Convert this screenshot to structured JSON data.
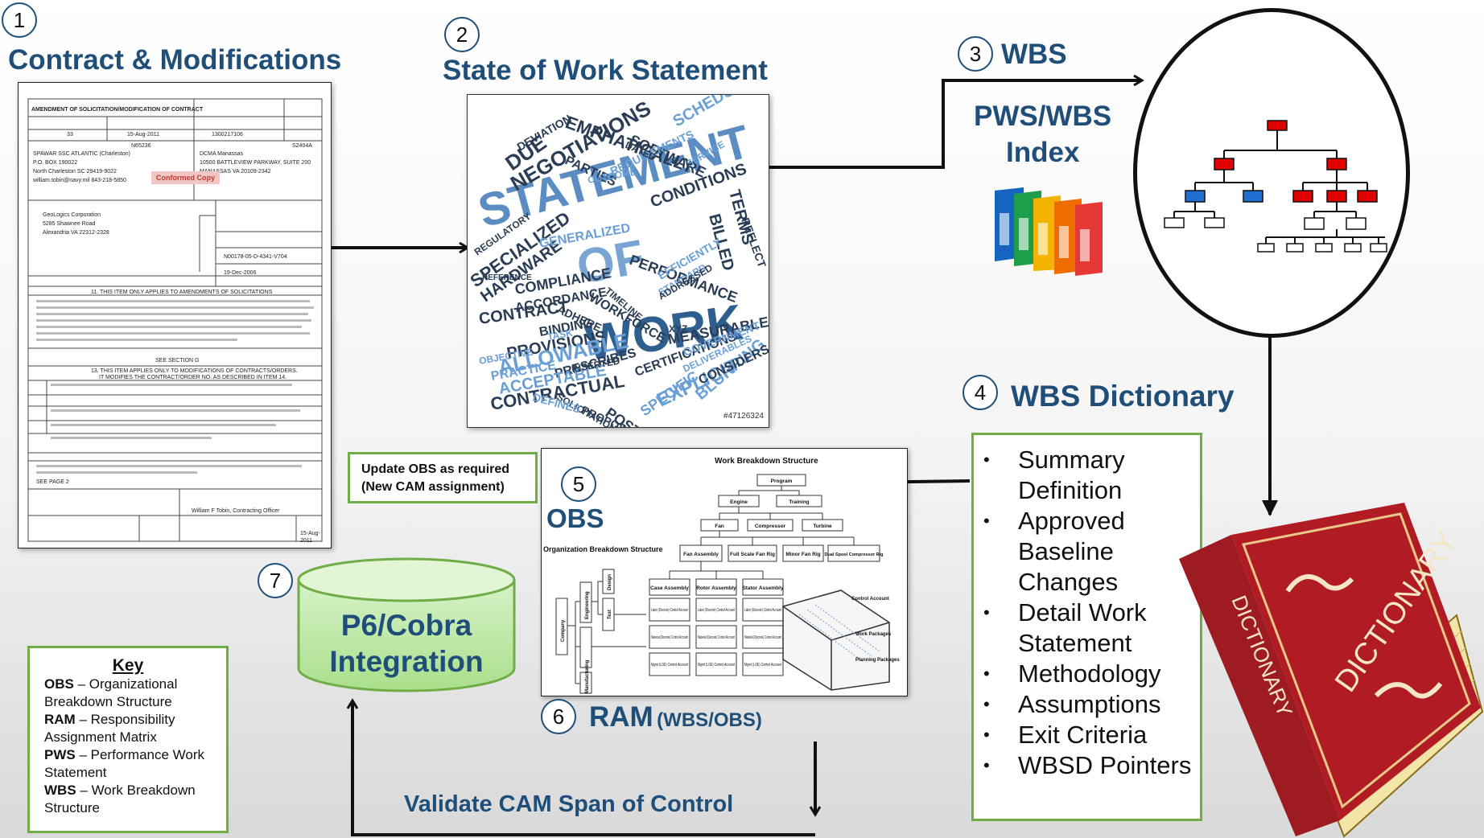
{
  "steps": {
    "s1": {
      "num": "1",
      "title": "Contract & Modifications"
    },
    "s2": {
      "num": "2",
      "title": "State of Work Statement"
    },
    "s3": {
      "num": "3",
      "title": "WBS",
      "sub1": "PWS/WBS",
      "sub2": "Index"
    },
    "s4": {
      "num": "4",
      "title": "WBS Dictionary"
    },
    "s5": {
      "num": "5",
      "title": "OBS"
    },
    "s6": {
      "num": "6",
      "title": "RAM",
      "suffix": "(WBS/OBS)"
    },
    "s7": {
      "num": "7",
      "line1": "P6/Cobra",
      "line2": "Integration"
    }
  },
  "contract_doc": {
    "header": "AMENDMENT OF SOLICITATION/MODIFICATION OF CONTRACT",
    "amendment_no": "33",
    "effective_date": "15-Aug-2011",
    "req_no": "1300217106",
    "code": "N65236",
    "issued_by": "SPAWAR SSC ATLANTIC (Charleston)",
    "po_box": "P.O. BOX 190022",
    "city": "North Charleston SC 29419-9022",
    "email": "william.tobin@navy.mil 843-218-5850",
    "admin": "DCMA Manassas",
    "admin_addr1": "10500 BATTLEVIEW PARKWAY, SUITE 200",
    "admin_addr2": "MANASSAS VA 20109-2342",
    "code2": "S2404A",
    "stamp": "Conformed Copy",
    "contractor1": "GeoLogics Corporation",
    "contractor2": "5285 Shawnee Road",
    "contractor3": "Alexandria VA 22312-2328",
    "contract_no": "N00178-05-D-4341-V704",
    "dated": "19-Dec-2006",
    "section11": "11. THIS ITEM ONLY APPLIES TO AMENDMENTS OF SOLICITATIONS",
    "see_section": "SEE SECTION G",
    "section13": "13. THIS ITEM APPLIES ONLY TO MODIFICATIONS OF CONTRACTS/ORDERS.",
    "section13b": "IT MODIFIES THE CONTRACT/ORDER NO. AS DESCRIBED IN ITEM 14.",
    "see_page": "SEE PAGE 2",
    "signer": "William F Tobin, Contracting Officer",
    "sign_date": "15-Aug-2011"
  },
  "word_cloud": {
    "words": [
      "STATEMENT",
      "OF",
      "WORK",
      "EMPHATICALLY",
      "SCHEDULING",
      "SOFTWARE",
      "NEGOTIATIONS",
      "DUE",
      "CONDITIONS",
      "SPECIALIZED",
      "HARDWARE",
      "GENERALIZED",
      "REGULATORY",
      "COMPLIANCE",
      "PERFORMANCE",
      "TERMS",
      "BILLED",
      "CONTRACT",
      "PROVISIONS",
      "ALLOWABLE",
      "MEASURABLE",
      "PRESCRIBES",
      "ACCEPTABLE",
      "CONTRACTUAL",
      "CERTIFICATIONS",
      "EXPLICIT",
      "POSTPONE",
      "SPECIFIC",
      "BLURRING",
      "PROPOSALS",
      "SOLICITATION",
      "DEFINES",
      "DEVIATION",
      "PRACTICE",
      "OBJECTIVE",
      "REFERENCE",
      "ACCORDANCE",
      "BINDING",
      "WORKFORCE",
      "EFFICIENTLY",
      "CONSIDERS",
      "GOVERNMENT",
      "STANDARD",
      "TIMELINE",
      "REQUIREMENTS",
      "DATED",
      "PARTIES",
      "OUTCOME",
      "SERVICE",
      "REFLECT",
      "ADHERE",
      "XYZ",
      "ADDRESSED",
      "DELIVERABLES",
      "TASK",
      "INSERTED"
    ],
    "stock_id": "#47126324"
  },
  "update_obs": {
    "line1": "Update OBS as required",
    "line2": "(New CAM assignment)"
  },
  "obs_chart": {
    "title": "Work Breakdown Structure",
    "org_title": "Organization Breakdown Structure",
    "program": "Program",
    "l2": [
      "Engine",
      "Training"
    ],
    "l3": [
      "Fan",
      "Compressor",
      "Turbine"
    ],
    "l4": [
      "Fan Assembly",
      "Full Scale Fan Rig",
      "Minor Fan Rig",
      "Dual Spool Compressor Rig"
    ],
    "l5": [
      "Case Assembly",
      "Rotor Assembly",
      "Stator Assembly"
    ],
    "org": [
      "Company",
      "Engineering",
      "Manufacturing",
      "Design",
      "Test"
    ],
    "cells": [
      "Labor (Discrete) Control Account",
      "Material (Discrete) Control Account",
      "Mgmt (LOE) Control Account"
    ],
    "side": [
      "Control Account",
      "Work Packages",
      "Planning Packages"
    ]
  },
  "validate": "Validate CAM Span of Control",
  "dictionary_items": [
    "Summary Definition",
    "Approved Baseline Changes",
    "Detail Work Statement",
    "Methodology",
    "Assumptions",
    "Exit Criteria",
    "WBSD Pointers"
  ],
  "book": {
    "cover": "DICTIONARY",
    "spine": "DICTIONARY"
  },
  "key": {
    "title": "Key",
    "items": [
      {
        "abbr": "OBS",
        "text": " –  Organizational Breakdown Structure"
      },
      {
        "abbr": "RAM",
        "text": " – Responsibility Assignment Matrix"
      },
      {
        "abbr": "PWS",
        "text": " –  Performance Work Statement"
      },
      {
        "abbr": "WBS",
        "text": " –  Work Breakdown Structure"
      }
    ]
  },
  "colors": {
    "title": "#1f4e79",
    "green": "#70ad47",
    "red": "#e00000",
    "blue": "#1e6fd0",
    "book": "#b11c24"
  }
}
